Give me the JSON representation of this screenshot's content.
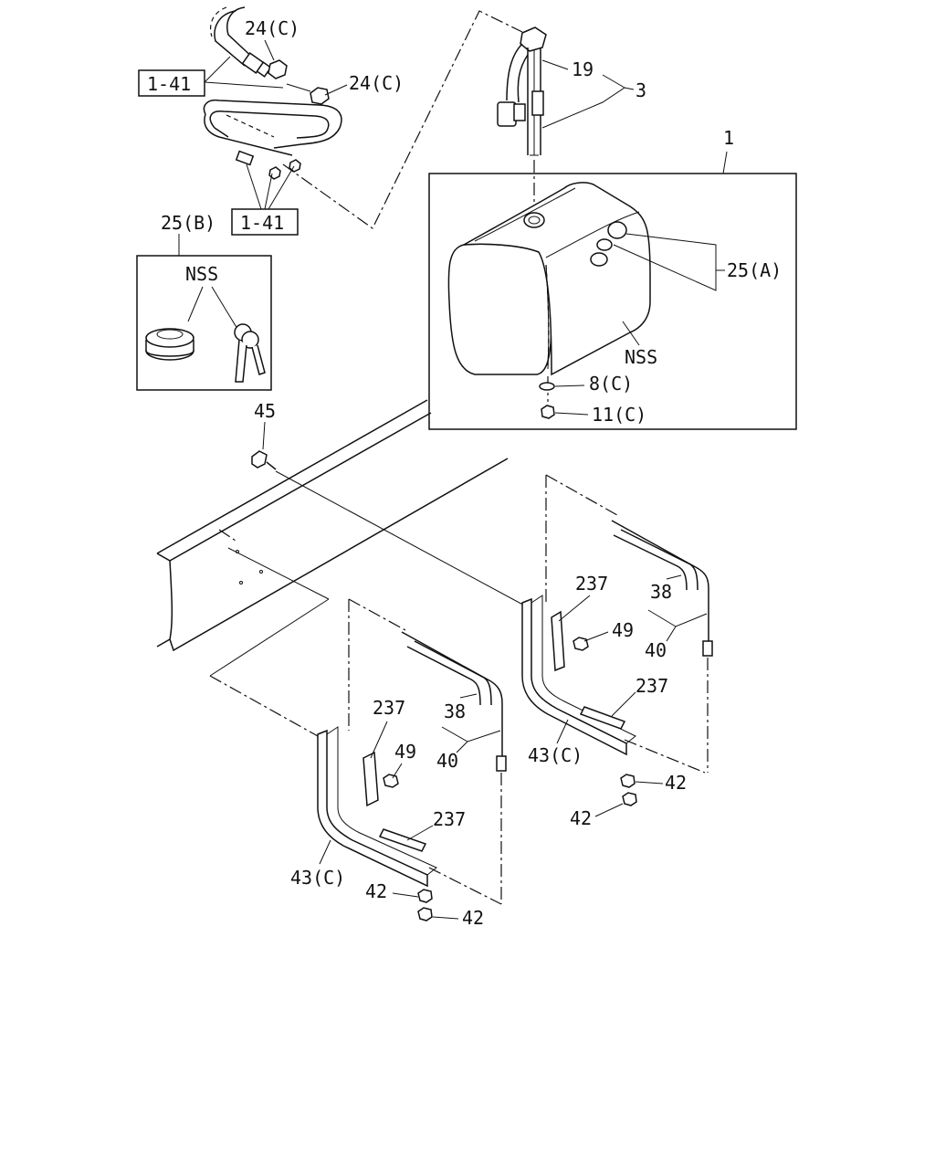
{
  "callouts": {
    "ref_1_41_upper": "1-41",
    "ref_1_41_lower": "1-41",
    "p24c_top": "24(C)",
    "p24c_right": "24(C)",
    "p19": "19",
    "p3": "3",
    "p1": "1",
    "p25b": "25(B)",
    "p25a": "25(A)",
    "nss_cap": "NSS",
    "nss_tank": "NSS",
    "p8c": "8(C)",
    "p11c": "11(C)",
    "p45": "45",
    "p237_r_top": "237",
    "p38_r": "38",
    "p49_r": "49",
    "p40_r": "40",
    "p237_r_bot": "237",
    "p43c_r": "43(C)",
    "p42_r_a": "42",
    "p42_r_b": "42",
    "p237_l_top": "237",
    "p38_l": "38",
    "p49_l": "49",
    "p40_l": "40",
    "p237_l_bot": "237",
    "p43c_l": "43(C)",
    "p42_l_a": "42",
    "p42_l_b": "42"
  }
}
